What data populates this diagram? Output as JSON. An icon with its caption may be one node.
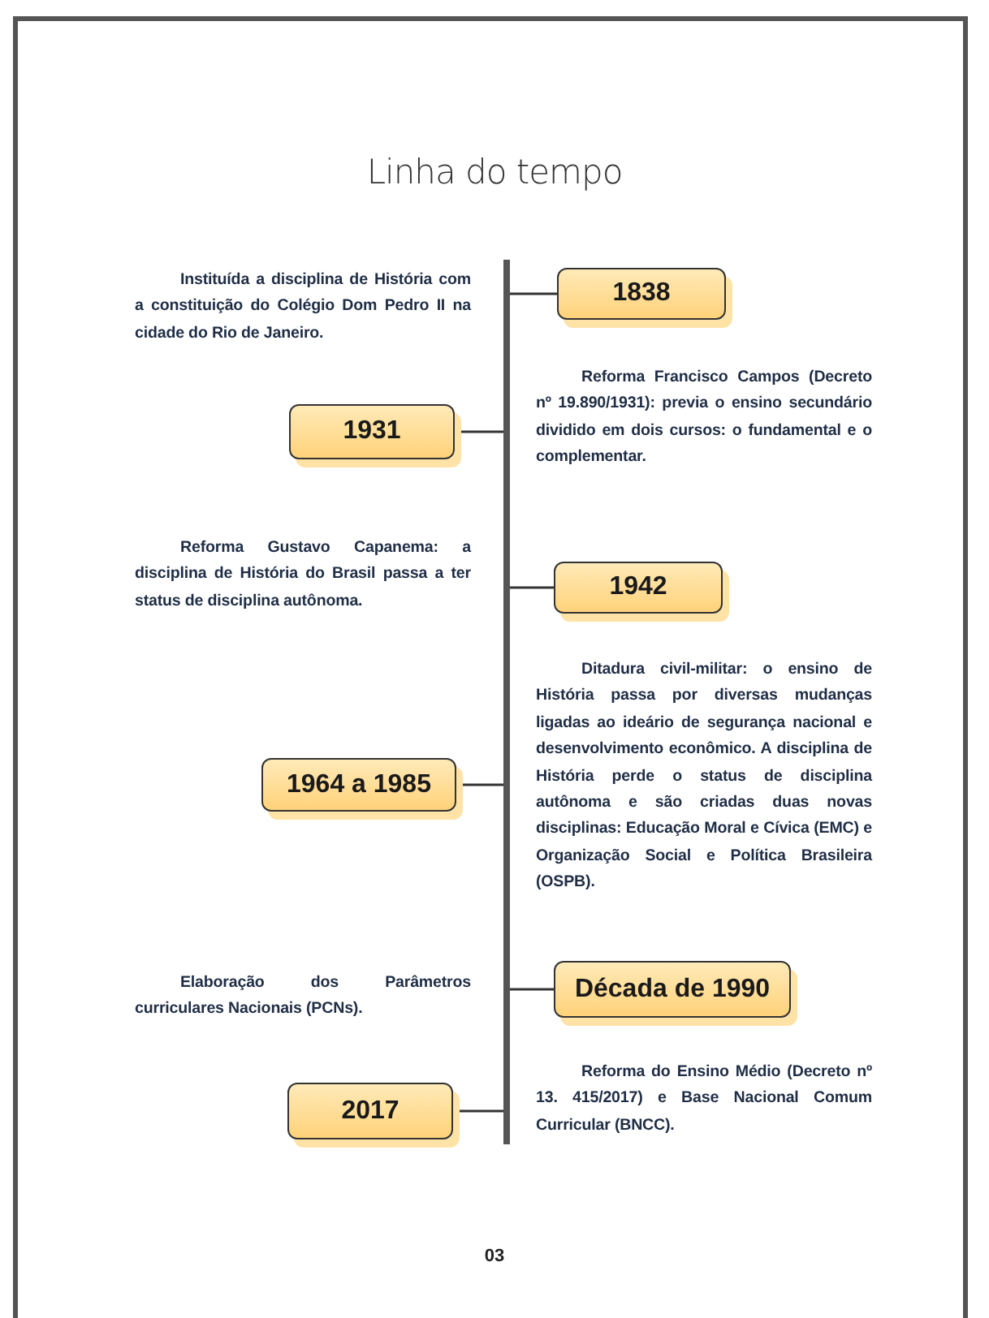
{
  "diagram": {
    "title": "Linha do tempo",
    "nodes": [
      {
        "text": [],
        "shape": "bar"
      },
      {
        "text": [
          "1838"
        ]
      },
      {
        "text": [
          "1931"
        ]
      },
      {
        "text": [
          "1942"
        ]
      },
      {
        "text": [
          "1964 a 1985"
        ]
      },
      {
        "text": [
          "Década de 1990"
        ]
      },
      {
        "text": [
          "2017"
        ]
      }
    ],
    "edges": [
      {
        "from": 1,
        "to": 0,
        "arrow": "none"
      },
      {
        "from": 2,
        "to": 0,
        "arrow": "none"
      },
      {
        "from": 3,
        "to": 0,
        "arrow": "none"
      },
      {
        "from": 4,
        "to": 0,
        "arrow": "none"
      },
      {
        "from": 5,
        "to": 0,
        "arrow": "none"
      },
      {
        "from": 6,
        "to": 0,
        "arrow": "none"
      }
    ],
    "labels": [
      "Instituída a disciplina de História com a constituição do Colégio Dom Pedro II na cidade do Rio de Janeiro.",
      "Reforma Francisco Campos (Decreto nº 19.890/1931): previa o ensino secundário dividido em dois cursos: o fundamental e o complementar.",
      "Reforma Gustavo Capanema: a disciplina de História do Brasil passa a ter status de disciplina autônoma.",
      "Ditadura civil-militar: o ensino de História passa por diversas mudanças ligadas ao ideário de segurança nacional e desenvolvimento econômico. A disciplina de História perde o status de disciplina autônoma e são criadas duas novas disciplinas: Educação Moral e Cívica (EMC) e Organização Social e Política Brasileira (OSPB).",
      "Elaboração dos Parâmetros curriculares Nacionais (PCNs).",
      "Reforma do Ensino Médio (Decreto nº 13. 415/2017) e Base Nacional Comum Curricular (BNCC).",
      "03"
    ]
  }
}
